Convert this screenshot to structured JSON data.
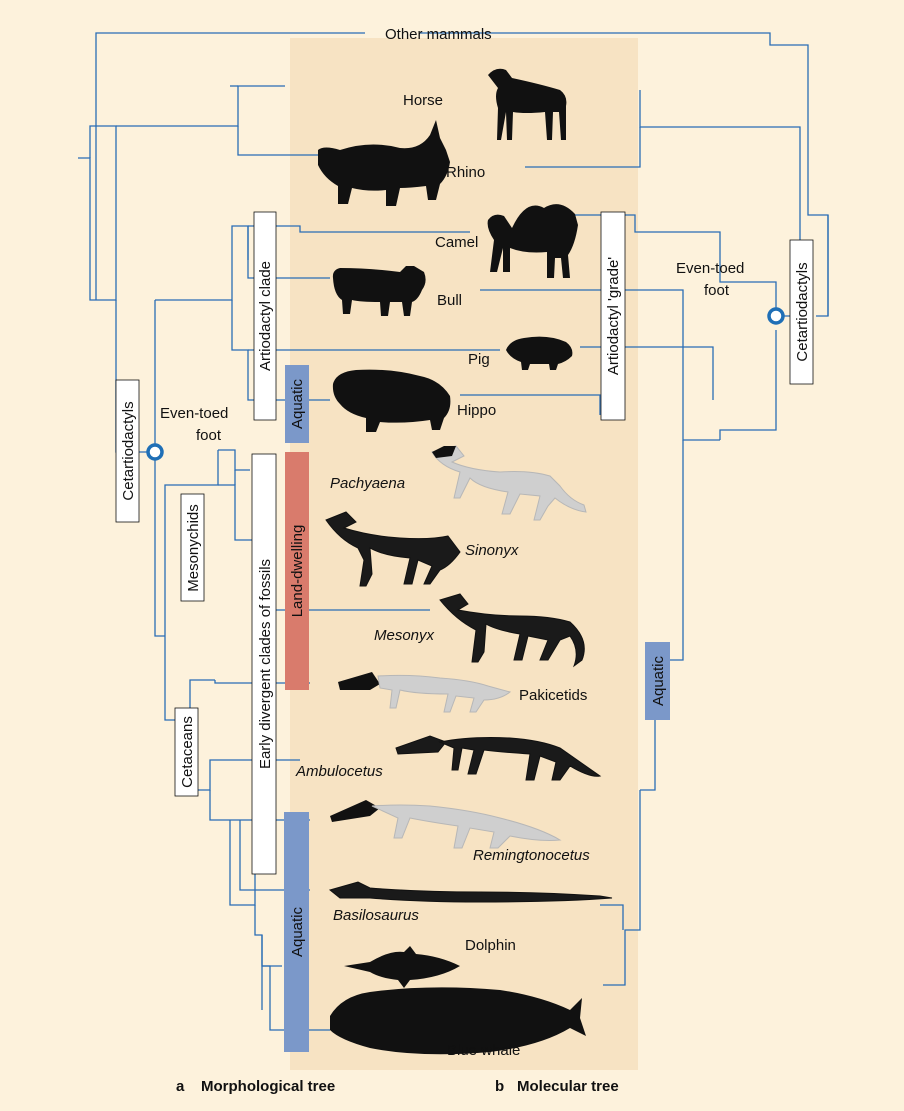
{
  "title_label": "Other mammals",
  "taxa": {
    "horse": "Horse",
    "rhino": "Rhino",
    "camel": "Camel",
    "bull": "Bull",
    "pig": "Pig",
    "hippo": "Hippo",
    "pachyaena": "Pachyaena",
    "sinonyx": "Sinonyx",
    "mesonyx": "Mesonyx",
    "pakicetids": "Pakicetids",
    "ambulocetus": "Ambulocetus",
    "remingtonocetus": "Remingtonocetus",
    "basilosaurus": "Basilosaurus",
    "dolphin": "Dolphin",
    "blue_whale": "Blue whale"
  },
  "boxes": {
    "artiodactyl_clade": "Artiodactyl clade",
    "aquatic_hippo": "Aquatic",
    "cetartiodactyls_left": "Cetartiodactyls",
    "mesonychids": "Mesonychids",
    "early_divergent": "Early divergent clades of fossils",
    "land_dwelling": "Land-dwelling",
    "cetaceans": "Cetaceans",
    "aquatic_whales": "Aquatic",
    "artiodactyl_grade": "Artiodactyl 'grade'",
    "aquatic_right": "Aquatic",
    "cetartiodactyls_right": "Cetartiodactyls"
  },
  "annotations": {
    "even_toed_left_1": "Even-toed",
    "even_toed_left_2": "foot",
    "even_toed_right_1": "Even-toed",
    "even_toed_right_2": "foot"
  },
  "captions": {
    "a_letter": "a",
    "a_text": "Morphological tree",
    "b_letter": "b",
    "b_text": "Molecular tree"
  },
  "colors": {
    "background": "#fdf2dc",
    "panel": "#f7e3c3",
    "branch": "#2a6db5",
    "aquatic_box": "#7b98c9",
    "land_box": "#d97b6c",
    "node_marker": "#1f6fb6"
  }
}
